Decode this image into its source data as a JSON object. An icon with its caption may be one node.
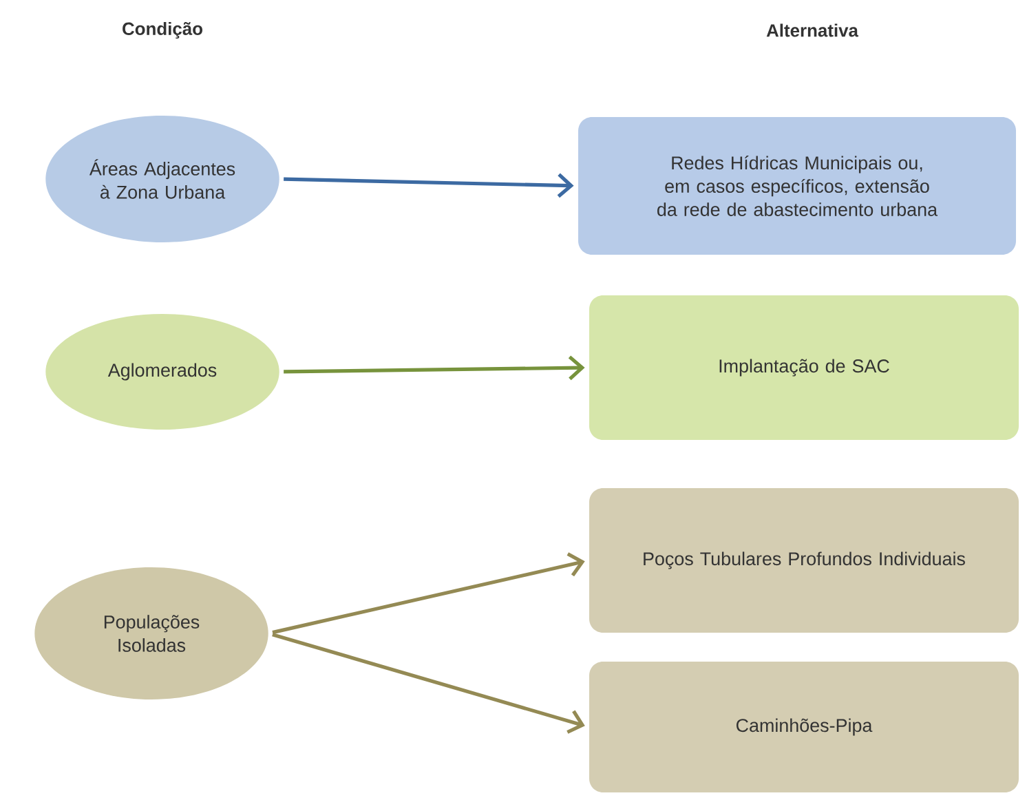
{
  "diagram": {
    "nodes": [
      {
        "text": [
          "Áreas Adjacentes à Zona Urbana"
        ]
      },
      {
        "text": [
          "Aglomerados"
        ]
      },
      {
        "text": [
          "Populações Isoladas"
        ]
      },
      {
        "text": [
          "Redes Hídricas Municipais ou, em casos específicos, extensão da rede de abastecimento urbana"
        ]
      },
      {
        "text": [
          "Implantação de SAC"
        ]
      },
      {
        "text": [
          "Poços Tubulares Profundos Individuais"
        ]
      },
      {
        "text": [
          "Caminhões-Pipa"
        ]
      }
    ],
    "edges": [
      {
        "from": 0,
        "to": 3,
        "arrow": "to",
        "color": "#3c6aa2"
      },
      {
        "from": 1,
        "to": 4,
        "arrow": "to",
        "color": "#77933c"
      },
      {
        "from": 2,
        "to": 5,
        "arrow": "to",
        "color": "#948a54"
      },
      {
        "from": 2,
        "to": 6,
        "arrow": "to",
        "color": "#948a54"
      }
    ],
    "labels": [
      "Condição",
      "Alternativa"
    ]
  }
}
